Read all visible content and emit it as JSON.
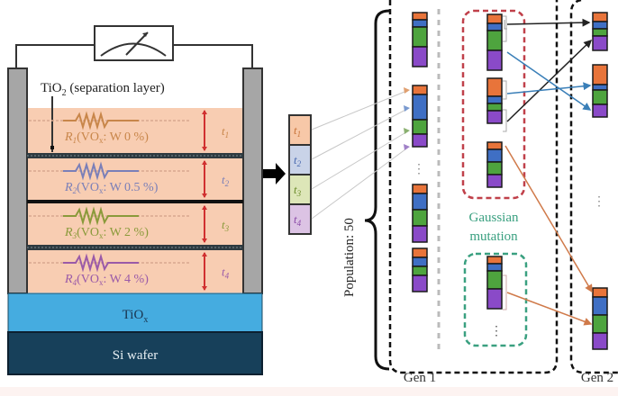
{
  "device": {
    "separation_label": "TiO",
    "separation_sub": "2",
    "separation_suffix": " (separation layer)",
    "layers": [
      {
        "r_label": "R",
        "r_sub": "1",
        "material": "(VO",
        "material_sub": "x",
        "doping": ": W 0 %)",
        "thickness": "t",
        "thickness_sub": "1",
        "color": "#c8864a"
      },
      {
        "r_label": "R",
        "r_sub": "2",
        "material": "(VO",
        "material_sub": "x",
        "doping": ": W 0.5 %)",
        "thickness": "t",
        "thickness_sub": "2",
        "color": "#7a7fb8"
      },
      {
        "r_label": "R",
        "r_sub": "3",
        "material": "(VO",
        "material_sub": "x",
        "doping": ": W 2 %)",
        "thickness": "t",
        "thickness_sub": "3",
        "color": "#8a9a3a"
      },
      {
        "r_label": "R",
        "r_sub": "4",
        "material": "(VO",
        "material_sub": "x",
        "doping": ": W 4 %)",
        "thickness": "t",
        "thickness_sub": "4",
        "color": "#9a5aa8"
      }
    ],
    "tiox_label": "TiO",
    "tiox_sub": "x",
    "wafer_label": "Si wafer"
  },
  "genome": {
    "genes": [
      {
        "label": "t",
        "sub": "1",
        "fill": "#f7c8a8",
        "text": "#c8743a"
      },
      {
        "label": "t",
        "sub": "2",
        "fill": "#c9d3e8",
        "text": "#4a6ab0"
      },
      {
        "label": "t",
        "sub": "3",
        "fill": "#dde6b8",
        "text": "#6a8a2a"
      },
      {
        "label": "t",
        "sub": "4",
        "fill": "#dcc3e4",
        "text": "#8a4aa8"
      }
    ]
  },
  "ga": {
    "population_label": "Population: 50",
    "mutation_label_line1": "Gaussian",
    "mutation_label_line2": "mutation",
    "gen1_label": "Gen 1",
    "gen2_label": "Gen 2",
    "ellipsis": "⋮",
    "colors": {
      "orange": "#e8743a",
      "blue": "#3f6fc4",
      "green": "#4ea43e",
      "purple": "#8a4ac8",
      "crossover_box": "#c0404a",
      "mutation_box": "#3aa080"
    }
  }
}
